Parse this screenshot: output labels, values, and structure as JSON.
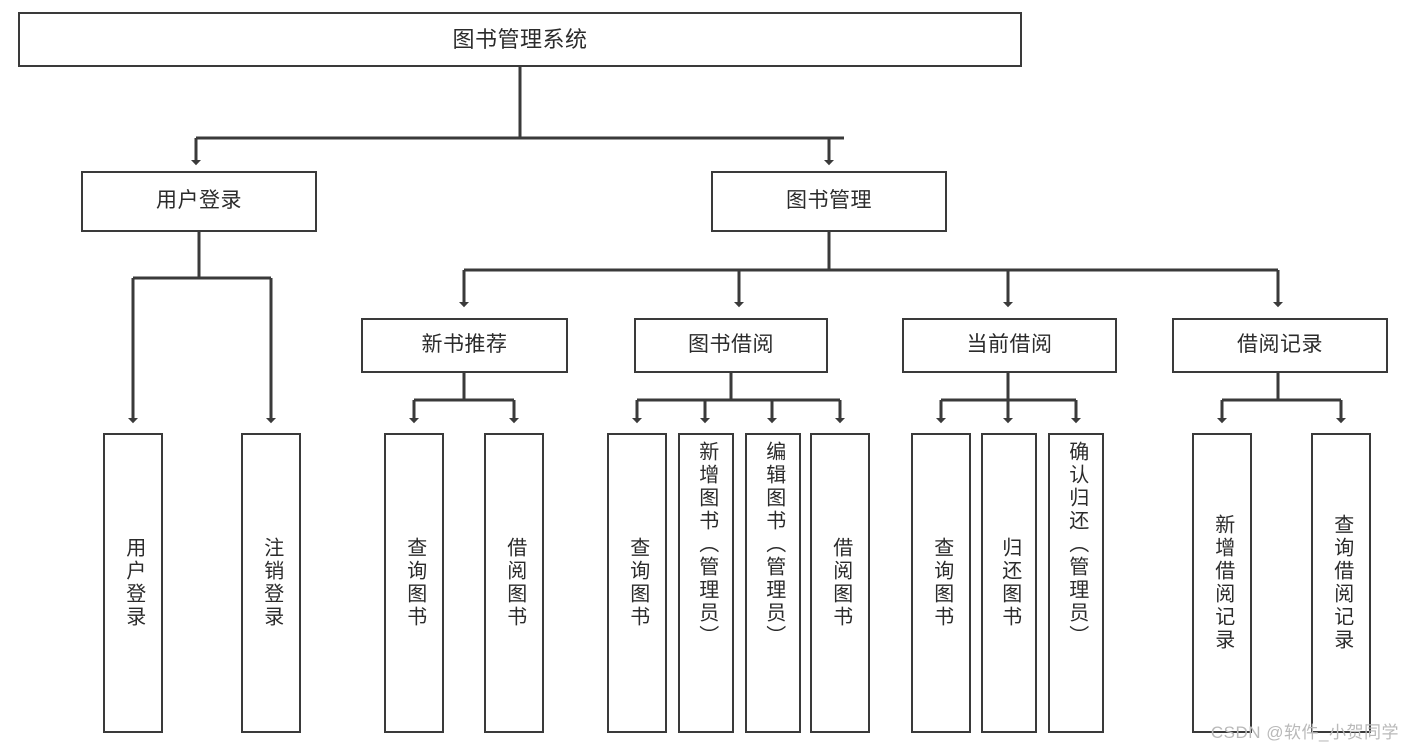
{
  "diagram": {
    "title": "图书管理系统",
    "type": "tree",
    "watermark": "CSDN @软件_小贺同学",
    "colors": {
      "box_border": "#3a3a3a",
      "box_fill": "#ffffff",
      "connector": "#3a3a3a",
      "text": "#2b2b2b",
      "watermark": "#b9b9b9",
      "background": "#ffffff"
    },
    "nodes": {
      "root": {
        "label": "图书管理系统"
      },
      "level2": [
        {
          "id": "user-login",
          "label": "用户登录"
        },
        {
          "id": "book-management",
          "label": "图书管理"
        }
      ],
      "level3": [
        {
          "id": "new-book-recommend",
          "label": "新书推荐"
        },
        {
          "id": "book-borrow",
          "label": "图书借阅"
        },
        {
          "id": "current-borrow",
          "label": "当前借阅"
        },
        {
          "id": "borrow-record",
          "label": "借阅记录"
        }
      ],
      "leaves": {
        "user_login": [
          {
            "id": "leaf-user-login",
            "label": "用户登录"
          },
          {
            "id": "leaf-logout-login",
            "label": "注销登录"
          }
        ],
        "new_book_recommend": [
          {
            "id": "leaf-query-book-1",
            "label": "查询图书"
          },
          {
            "id": "leaf-borrow-book-1",
            "label": "借阅图书"
          }
        ],
        "book_borrow": [
          {
            "id": "leaf-query-book-2",
            "label": "查询图书"
          },
          {
            "id": "leaf-add-book",
            "label": "新增图书（管理员）"
          },
          {
            "id": "leaf-edit-book",
            "label": "编辑图书（管理员）"
          },
          {
            "id": "leaf-borrow-book-2",
            "label": "借阅图书"
          }
        ],
        "current_borrow": [
          {
            "id": "leaf-query-book-3",
            "label": "查询图书"
          },
          {
            "id": "leaf-return-book",
            "label": "归还图书"
          },
          {
            "id": "leaf-confirm-return",
            "label": "确认归还（管理员）"
          }
        ],
        "borrow_record": [
          {
            "id": "leaf-add-record",
            "label": "新增借阅记录"
          },
          {
            "id": "leaf-query-record",
            "label": "查询借阅记录"
          }
        ]
      }
    },
    "edges": [
      {
        "from": "图书管理系统",
        "to": "用户登录"
      },
      {
        "from": "图书管理系统",
        "to": "图书管理"
      },
      {
        "from": "用户登录",
        "to": "用户登录"
      },
      {
        "from": "用户登录",
        "to": "注销登录"
      },
      {
        "from": "图书管理",
        "to": "新书推荐"
      },
      {
        "from": "图书管理",
        "to": "图书借阅"
      },
      {
        "from": "图书管理",
        "to": "当前借阅"
      },
      {
        "from": "图书管理",
        "to": "借阅记录"
      },
      {
        "from": "新书推荐",
        "to": "查询图书"
      },
      {
        "from": "新书推荐",
        "to": "借阅图书"
      },
      {
        "from": "图书借阅",
        "to": "查询图书"
      },
      {
        "from": "图书借阅",
        "to": "新增图书（管理员）"
      },
      {
        "from": "图书借阅",
        "to": "编辑图书（管理员）"
      },
      {
        "from": "图书借阅",
        "to": "借阅图书"
      },
      {
        "from": "当前借阅",
        "to": "查询图书"
      },
      {
        "from": "当前借阅",
        "to": "归还图书"
      },
      {
        "from": "当前借阅",
        "to": "确认归还（管理员）"
      },
      {
        "from": "借阅记录",
        "to": "新增借阅记录"
      },
      {
        "from": "借阅记录",
        "to": "查询借阅记录"
      }
    ]
  }
}
